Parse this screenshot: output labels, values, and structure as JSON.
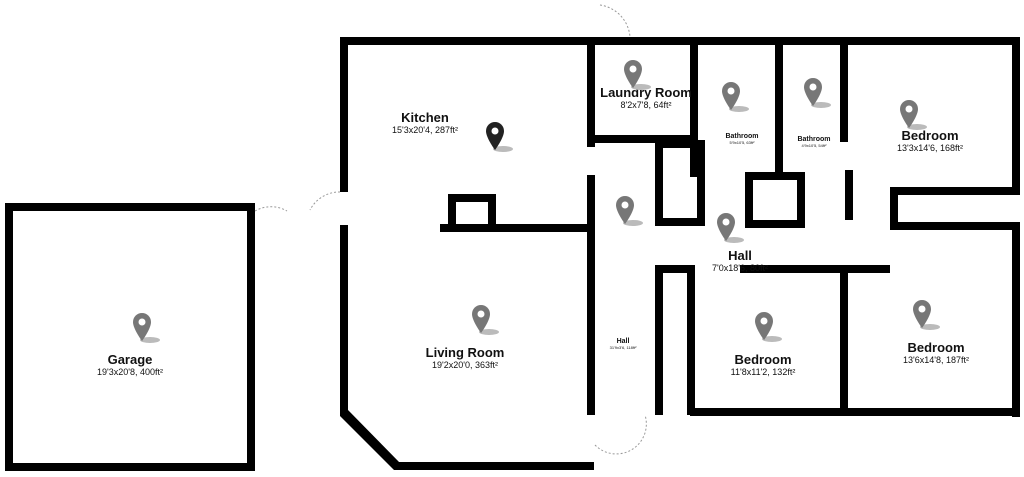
{
  "rooms": [
    {
      "name": "Kitchen",
      "dims": "15'3x20'4, 287ft²"
    },
    {
      "name": "Laundry Room",
      "dims": "8'2x7'8, 64ft²"
    },
    {
      "name": "Bathroom",
      "dims": "5'9x10'5, 63ft²"
    },
    {
      "name": "Bathroom",
      "dims": "4'9x10'5, 54ft²"
    },
    {
      "name": "Bedroom",
      "dims": "13'3x14'6, 168ft²"
    },
    {
      "name": "Hall",
      "dims": "7'0x18'6, 80ft²"
    },
    {
      "name": "Garage",
      "dims": "19'3x20'8, 400ft²"
    },
    {
      "name": "Living Room",
      "dims": "19'2x20'0, 363ft²"
    },
    {
      "name": "Hall",
      "dims": "31'9x3'6, 118ft²"
    },
    {
      "name": "Bedroom",
      "dims": "11'8x11'2, 132ft²"
    },
    {
      "name": "Bedroom",
      "dims": "13'6x14'8, 187ft²"
    }
  ],
  "colors": {
    "wall": "#000000",
    "pin": "#777777",
    "active_pin": "#222222"
  }
}
